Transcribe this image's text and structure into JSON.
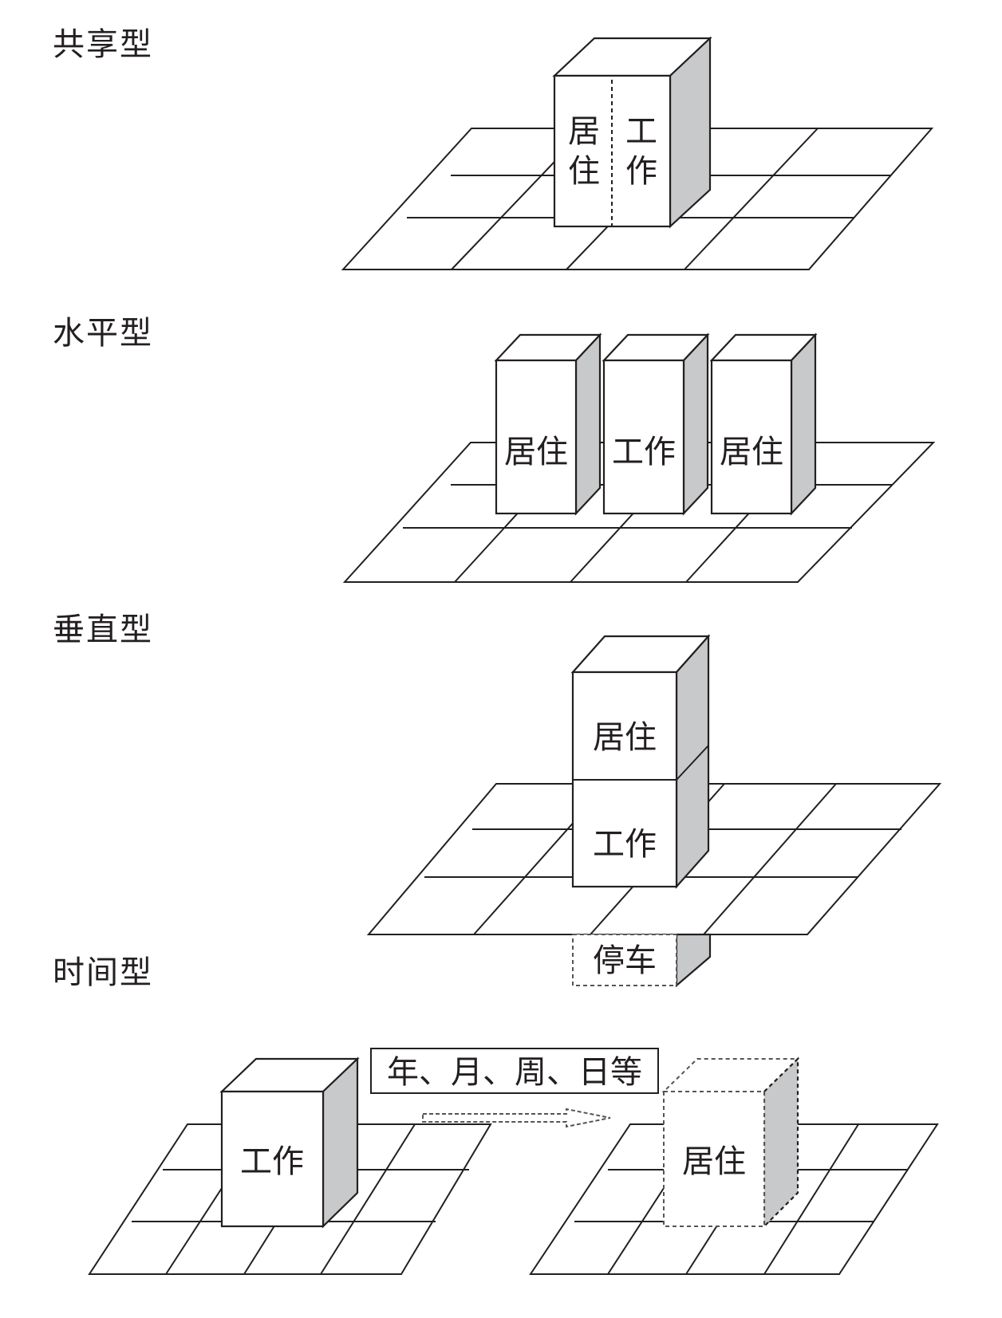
{
  "sections": [
    {
      "title": "共享型",
      "blocks": [
        "居住",
        "工作"
      ]
    },
    {
      "title": "水平型",
      "blocks": [
        "居住",
        "工作",
        "居住"
      ]
    },
    {
      "title": "垂直型",
      "blocks": [
        "居住",
        "工作",
        "停车"
      ]
    },
    {
      "title": "时间型",
      "blocks": [
        "工作",
        "居住"
      ],
      "interval_label": "年、月、周、日等"
    }
  ],
  "colors": {
    "line": "#231f20",
    "side_face": "#c8c9ca",
    "background": "#ffffff"
  }
}
